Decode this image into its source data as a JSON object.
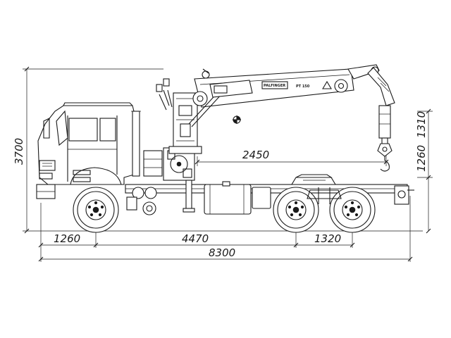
{
  "dimensions": {
    "total_length": "8300",
    "front_overhang": "1260",
    "wheelbase": "4470",
    "rear_axle_spacing": "1320",
    "crane_offset": "2450",
    "total_height": "3700",
    "hook_height_a": "1260",
    "hook_height_b": "1310"
  },
  "crane": {
    "brand": "PALFINGER",
    "model": "PT 150"
  },
  "colors": {
    "line": "#1a1a1a",
    "background": "#ffffff"
  }
}
